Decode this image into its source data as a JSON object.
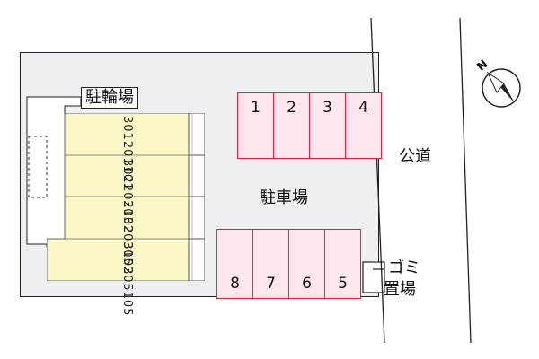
{
  "labels": {
    "bike_parking": "駐輪場",
    "parking": "駐車場",
    "public_road": "公道",
    "garbage_line1": "ゴミ",
    "garbage_line2": "置場"
  },
  "building": {
    "columns": [
      [
        "301",
        "201",
        "101"
      ],
      [
        "302",
        "202",
        "102"
      ],
      [
        "303",
        "203",
        "103"
      ],
      [
        "305",
        "205",
        "105"
      ]
    ]
  },
  "parking_top": [
    "1",
    "2",
    "3",
    "4"
  ],
  "parking_bottom": [
    "8",
    "7",
    "6",
    "5"
  ],
  "compass": {
    "label": "N"
  },
  "colors": {
    "spot_fill": "#fde6ee",
    "spot_border": "#e0203a",
    "building_fill": "#fbf7c6",
    "site_fill": "#efeff2"
  }
}
